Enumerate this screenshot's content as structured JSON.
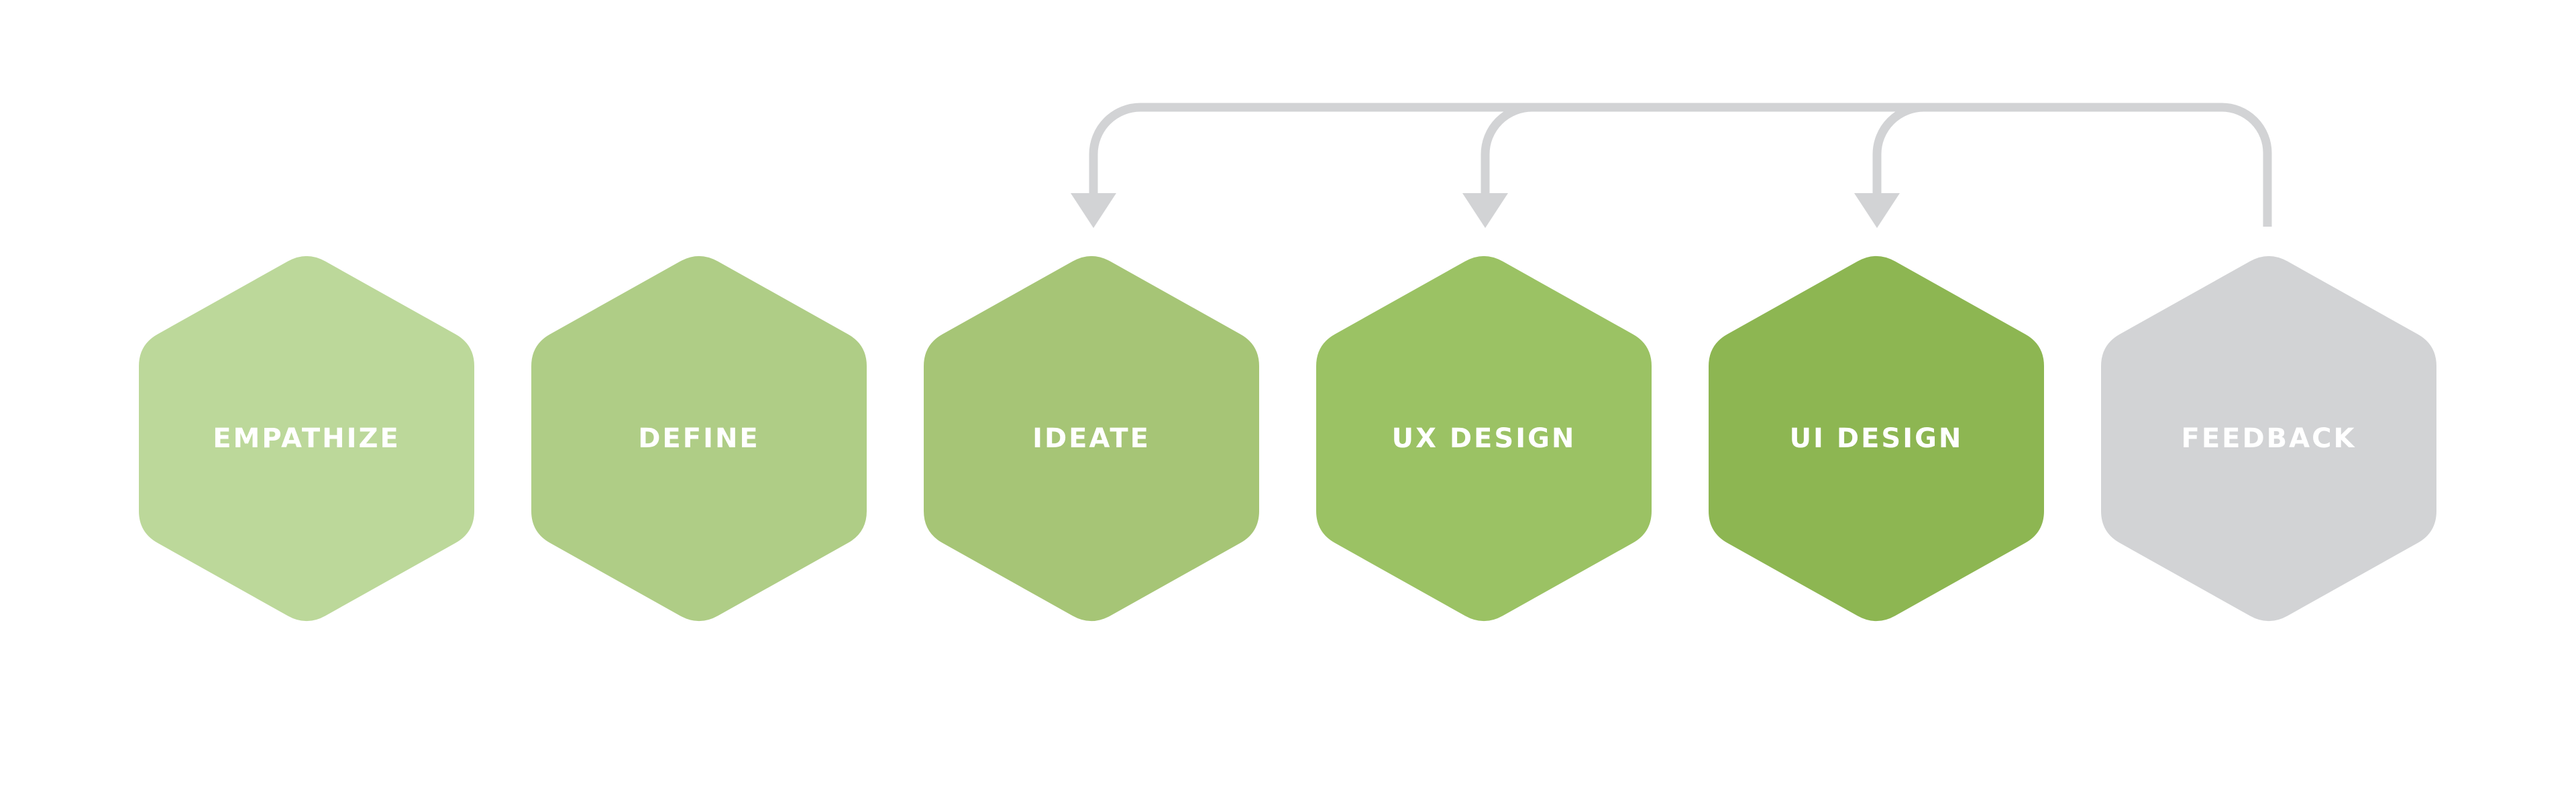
{
  "colors": {
    "connector": "#d2d3d5",
    "label": "#ffffff"
  },
  "stages": [
    {
      "label": "EMPATHIZE",
      "color": "#bcd89a"
    },
    {
      "label": "DEFINE",
      "color": "#afcd86"
    },
    {
      "label": "IDEATE",
      "color": "#a6c576"
    },
    {
      "label": "UX DESIGN",
      "color": "#9bc264"
    },
    {
      "label": "UI DESIGN",
      "color": "#8db652"
    },
    {
      "label": "FEEDBACK",
      "color": "#d2d3d5"
    }
  ],
  "feedback_loops": [
    {
      "from": "FEEDBACK",
      "to": "IDEATE"
    },
    {
      "from": "FEEDBACK",
      "to": "UX DESIGN"
    },
    {
      "from": "FEEDBACK",
      "to": "UI DESIGN"
    }
  ]
}
